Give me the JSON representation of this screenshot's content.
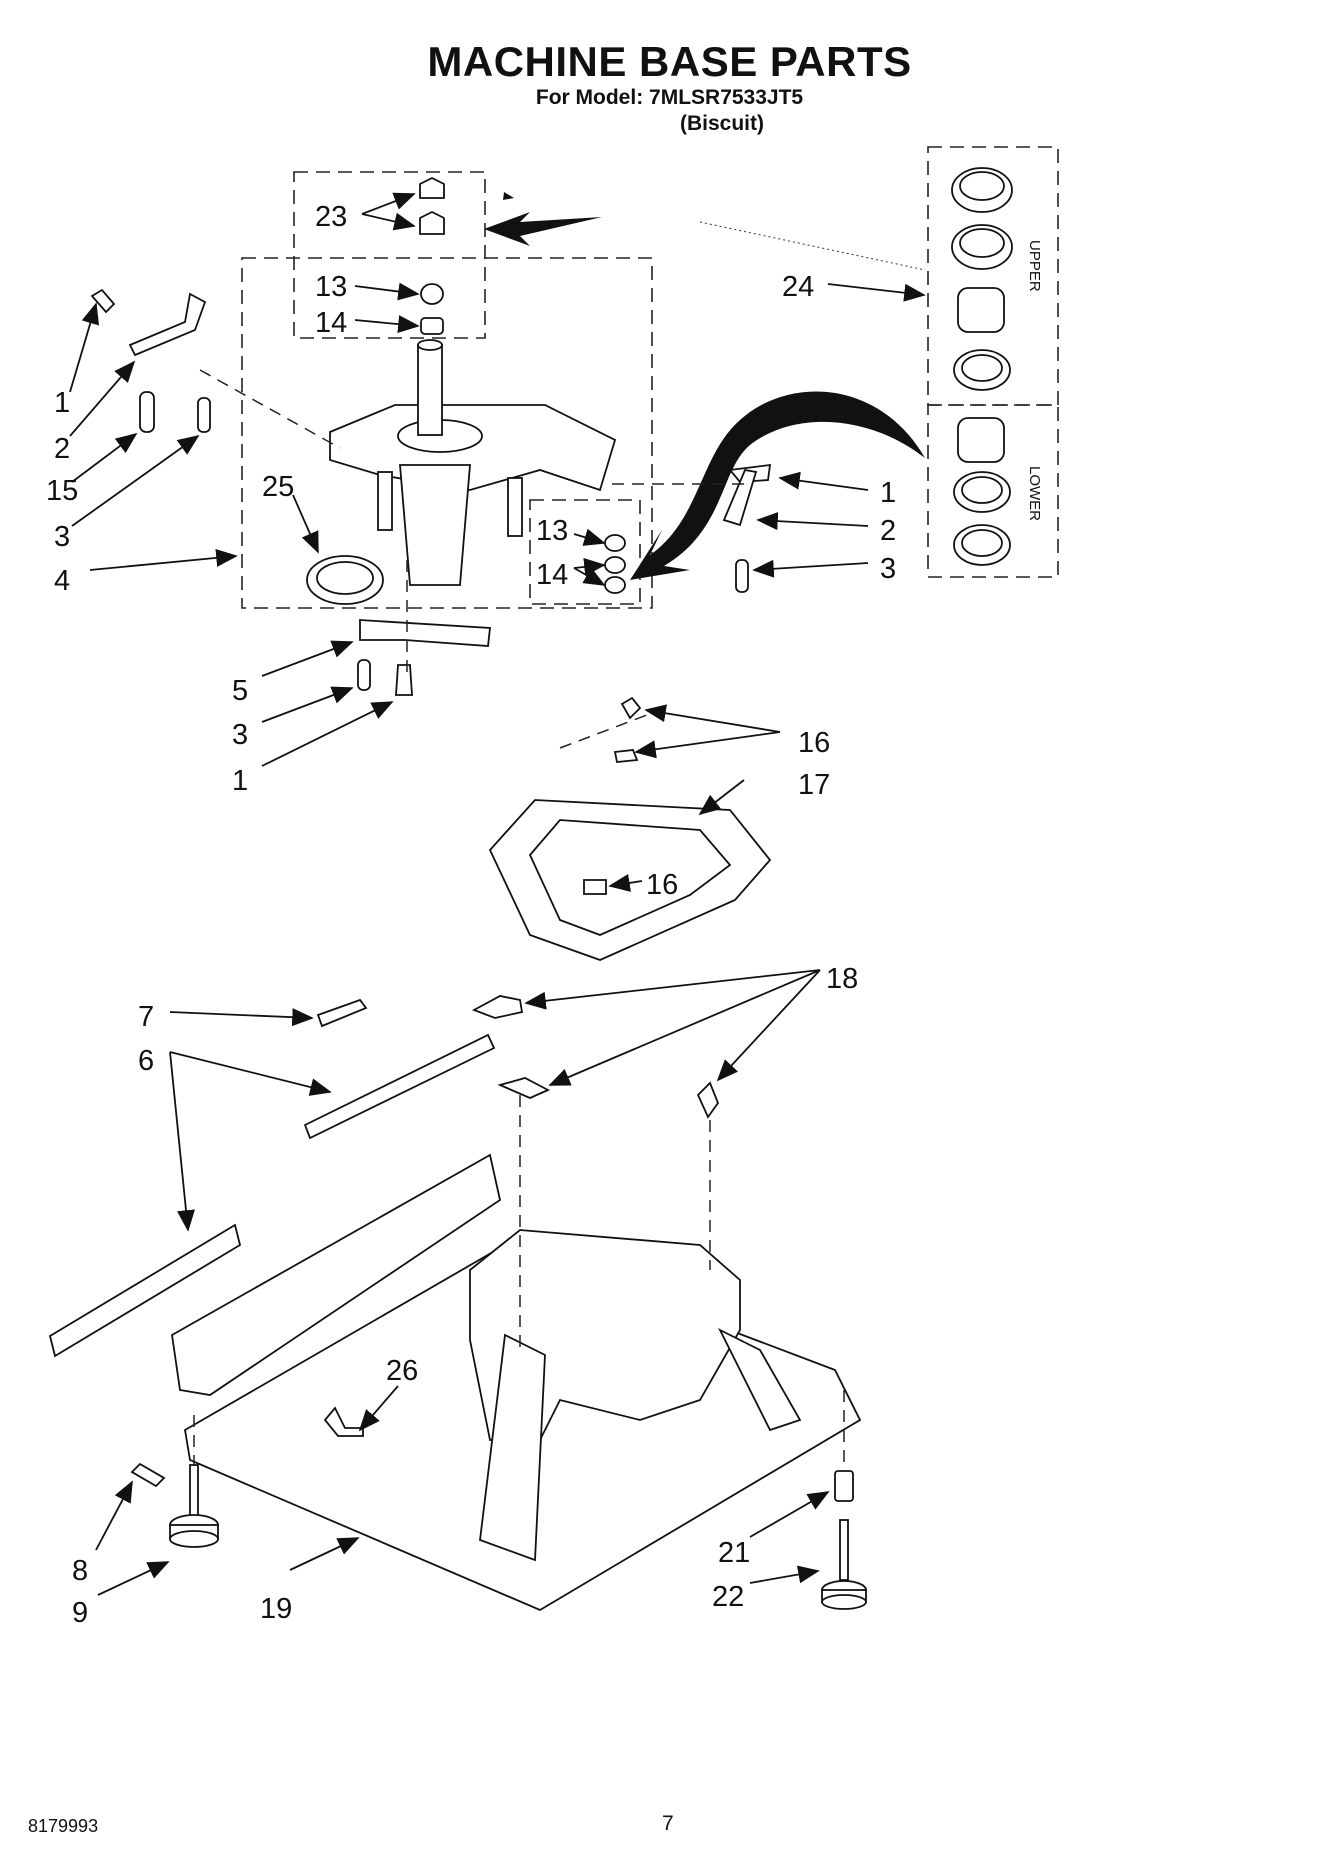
{
  "header": {
    "title": "MACHINE BASE PARTS",
    "model_line": "For Model: 7MLSR7533JT5",
    "variant": "(Biscuit)"
  },
  "callouts": {
    "c23": "23",
    "c13a": "13",
    "c14a": "14",
    "c1a": "1",
    "c2a": "2",
    "c15": "15",
    "c3a": "3",
    "c4": "4",
    "c25": "25",
    "c13b": "13",
    "c14b": "14",
    "c1b": "1",
    "c2b": "2",
    "c3b": "3",
    "c24": "24",
    "c5": "5",
    "c3c": "3",
    "c1c": "1",
    "c16a": "16",
    "c17": "17",
    "c16b": "16",
    "c18": "18",
    "c7": "7",
    "c6": "6",
    "c26": "26",
    "c8": "8",
    "c9": "9",
    "c19": "19",
    "c21": "21",
    "c22": "22"
  },
  "side_labels": {
    "upper": "UPPER",
    "lower": "LOWER"
  },
  "footer": {
    "doc_number": "8179993",
    "page": "7"
  }
}
